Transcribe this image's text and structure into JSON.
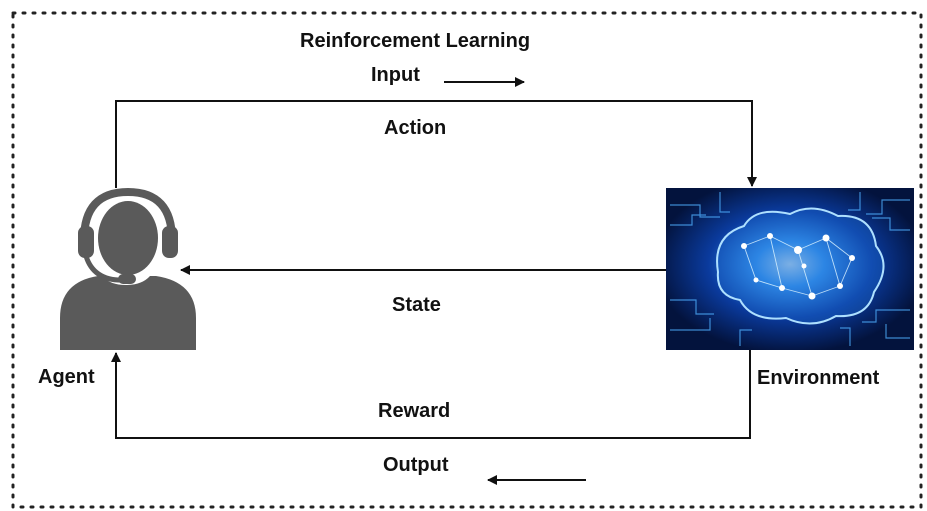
{
  "title": "Reinforcement Learning",
  "labels": {
    "input": "Input",
    "action": "Action",
    "state": "State",
    "reward": "Reward",
    "output": "Output",
    "agent": "Agent",
    "environment": "Environment"
  },
  "icons": {
    "agent": "headset-agent-icon",
    "environment": "circuit-brain-icon"
  },
  "colors": {
    "line": "#111111",
    "agent_fill": "#5a5a5a",
    "env_bg": "#041a4a",
    "env_glow": "#2d8cff"
  }
}
